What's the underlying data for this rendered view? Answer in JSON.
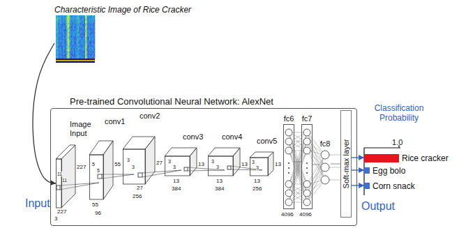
{
  "diagram": {
    "nodes": [
      {
        "text": [
          "Characteristic Image of Rice Cracker"
        ]
      },
      {
        "text": [
          "Pre-trained Convolutional Neural Network: AlexNet"
        ]
      },
      {
        "text": [
          "Image Input"
        ],
        "in": 1
      },
      {
        "text": [
          "conv1"
        ],
        "in": 1
      },
      {
        "text": [
          "conv2"
        ],
        "in": 1
      },
      {
        "text": [
          "conv3"
        ],
        "in": 1
      },
      {
        "text": [
          "conv4"
        ],
        "in": 1
      },
      {
        "text": [
          "conv5"
        ],
        "in": 1
      },
      {
        "text": [
          "fc6"
        ],
        "in": 1
      },
      {
        "text": [
          "fc7"
        ],
        "in": 1
      },
      {
        "text": [
          "fc8"
        ],
        "in": 1
      },
      {
        "text": [
          "Soft-max layer"
        ],
        "in": 1
      },
      {
        "text": [
          "Rice cracker"
        ]
      },
      {
        "text": [
          "Egg bolo"
        ]
      },
      {
        "text": [
          "Corn snack"
        ]
      }
    ],
    "edges": [
      {
        "from": 0,
        "to": 2,
        "arrow": "to"
      },
      {
        "from": 8,
        "to": 9,
        "arrow": "none"
      },
      {
        "from": 9,
        "to": 10,
        "arrow": "none"
      },
      {
        "from": 10,
        "to": 11,
        "arrow": "none"
      },
      {
        "from": 11,
        "to": 12,
        "arrow": "to"
      },
      {
        "from": 11,
        "to": 13,
        "arrow": "to"
      },
      {
        "from": 11,
        "to": 14,
        "arrow": "to"
      }
    ],
    "labels": [
      "Input",
      "Output",
      "Classification Probability",
      "1.0",
      "227",
      "227",
      "3",
      "11",
      "11",
      "55",
      "55",
      "96",
      "5",
      "5",
      "27",
      "27",
      "256",
      "3",
      "3",
      "13",
      "13",
      "384",
      "3",
      "3",
      "13",
      "13",
      "384",
      "3",
      "3",
      "13",
      "13",
      "256",
      "3",
      "3",
      "4096",
      "4096"
    ]
  }
}
